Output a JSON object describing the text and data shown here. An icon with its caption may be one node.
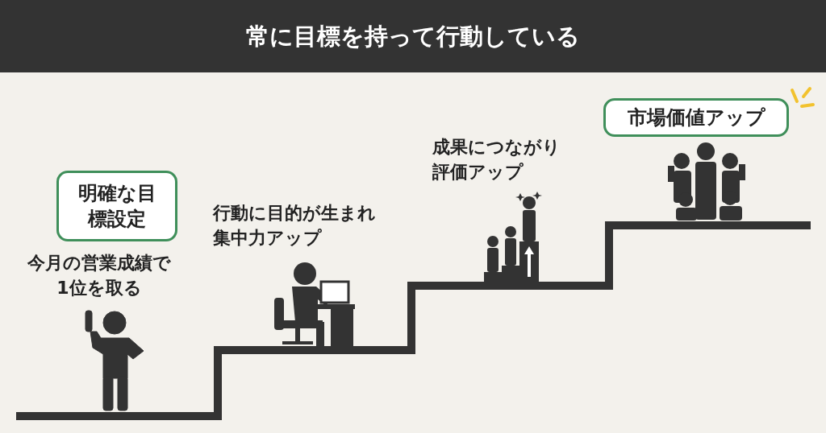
{
  "diagram": {
    "title": "常に目標を持って行動している",
    "nodes": [
      {
        "text": [
          "明確な目標設定"
        ]
      },
      {
        "text": [
          "市場価値アップ"
        ]
      }
    ],
    "labels": [
      "今月の営業成績で1位を取る",
      "行動に目的が生まれ集中力アップ",
      "成果につながり評価アップ"
    ]
  }
}
